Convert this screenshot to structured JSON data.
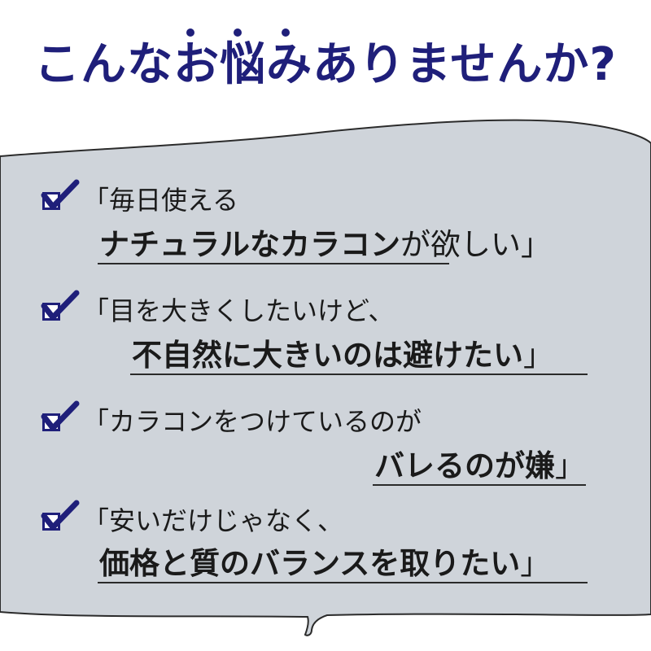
{
  "header": {
    "title": "こんなお悩みありませんか?"
  },
  "items": [
    {
      "line1": "「毎日使える",
      "line2_highlight": "ナチュラルなカラコン",
      "line2_rest": "が欲しい」"
    },
    {
      "line1": "「目を大きくしたいけど、",
      "line2_highlight": "不自然に大きいのは避けたい",
      "line2_rest": "」"
    },
    {
      "line1": "「カラコンをつけているのが",
      "line2_highlight": "バレるのが嫌",
      "line2_rest": "」"
    },
    {
      "line1": "「安いだけじゃなく、",
      "line2_highlight": "価格と質のバランスを取りたい",
      "line2_rest": "」"
    }
  ],
  "colors": {
    "navy": "#1f1f7a",
    "panel_gray": "#cfd4da",
    "panel_stroke": "#2b2b2b",
    "text": "#1a1a1a",
    "background": "#ffffff"
  },
  "icons": {
    "checkbox": "checked-box-icon",
    "dots": "emphasis-dot-icon"
  }
}
